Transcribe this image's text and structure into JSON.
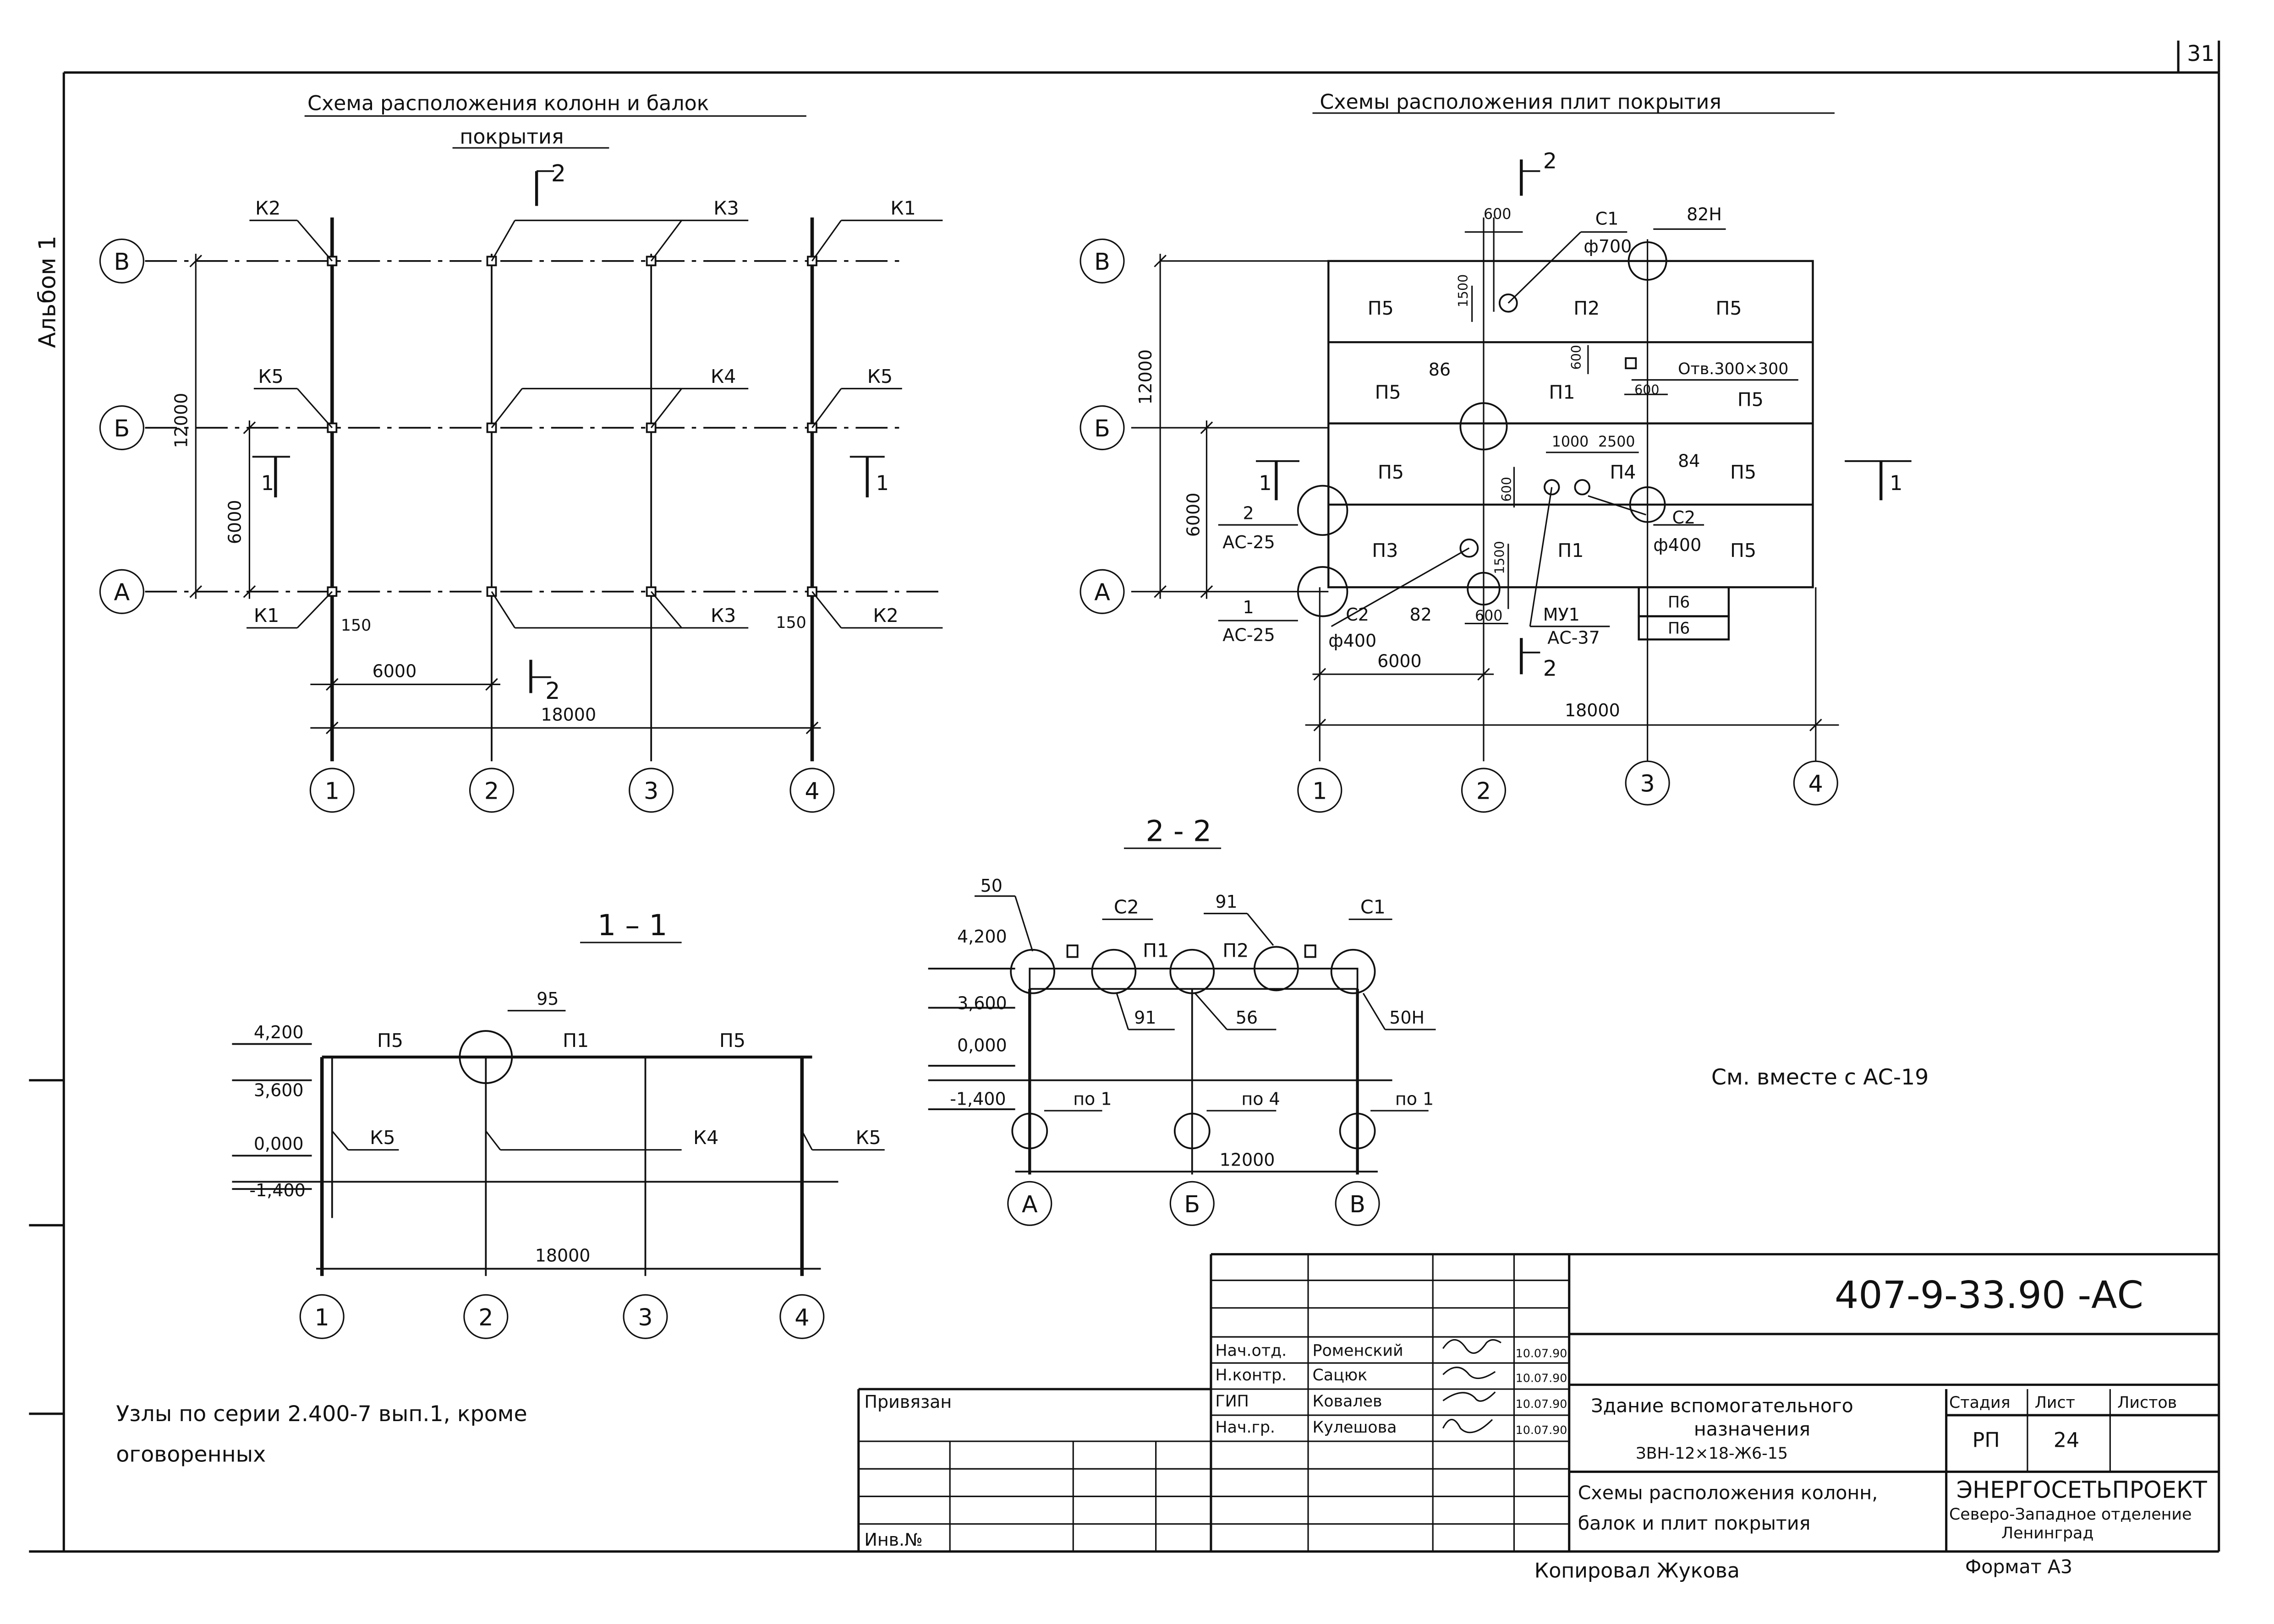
{
  "page_no": "31",
  "album": "Альбом 1",
  "left_plan": {
    "title1": "Схема расположения колонн и балок",
    "title2": "покрытия",
    "axes_rows": [
      "В",
      "Б",
      "А"
    ],
    "axes_cols": [
      "1",
      "2",
      "3",
      "4"
    ],
    "dim_12000": "12000",
    "dim_6000v": "6000",
    "dim_6000": "6000",
    "dim_18000": "18000",
    "dim_150a": "150",
    "dim_150b": "150",
    "cut_1": "1",
    "cut_2": "2",
    "marks": {
      "k2_top": "К2",
      "k3_top": "К3",
      "k1_top": "К1",
      "k5_left": "К5",
      "k4": "К4",
      "k5_right": "К5",
      "k1_bot": "К1",
      "k3_bot": "К3",
      "k2_bot": "К2"
    }
  },
  "right_plan": {
    "title": "Схемы расположения плит покрытия",
    "axes_rows": [
      "В",
      "Б",
      "А"
    ],
    "axes_cols": [
      "1",
      "2",
      "3",
      "4"
    ],
    "dim_12000": "12000",
    "dim_6000v": "6000",
    "dim_6000": "6000",
    "dim_18000": "18000",
    "dim_600": "600",
    "dim_1500a": "1500",
    "dim_600b": "600",
    "dim_600c": "600",
    "dim_1000": "1000",
    "dim_2500": "2500",
    "dim_600d": "600",
    "dim_1500b": "1500",
    "dim_600e": "600",
    "c1": "С1",
    "phi700": "ф700",
    "n82h": "82Н",
    "n86": "86",
    "n84": "84",
    "otv": "Отв.300×300",
    "c2a": "С2",
    "phi400a": "ф400",
    "c2b": "С2",
    "phi400b": "ф400",
    "n82": "82",
    "n2": "2",
    "ac25a": "АС-25",
    "n1": "1",
    "ac25b": "АС-25",
    "mu1": "МУ1",
    "ac37": "АС-37",
    "p5_1": "П5",
    "p2": "П2",
    "p5_2": "П5",
    "p5_3": "П5",
    "p1_1": "П1",
    "p5_4": "П5",
    "p5_5": "П5",
    "p4": "П4",
    "p5_6": "П5",
    "p3": "П3",
    "p1_2": "П1",
    "p5_7": "П5",
    "p6a": "П6",
    "p6b": "П6",
    "cut_1": "1",
    "cut_2": "2"
  },
  "section11": {
    "title": "1 – 1",
    "lvl1": "4,200",
    "lvl2": "3,600",
    "lvl3": "0,000",
    "lvl4": "-1,400",
    "p5a": "П5",
    "p1": "П1",
    "p5b": "П5",
    "n95": "95",
    "k5a": "К5",
    "k4": "К4",
    "k5b": "К5",
    "dim": "18000",
    "axes": [
      "1",
      "2",
      "3",
      "4"
    ]
  },
  "section22": {
    "title": "2 - 2",
    "lvl1": "4,200",
    "lvl2": "3,600",
    "lvl3": "0,000",
    "lvl4": "-1,400",
    "n50": "50",
    "c2": "С2",
    "n91a": "91",
    "p1": "П1",
    "p2": "П2",
    "c1": "С1",
    "n91b": "91",
    "n56": "56",
    "n50h": "50Н",
    "po1a": "по 1",
    "po4": "по 4",
    "po1b": "по 1",
    "dim": "12000",
    "axes": [
      "А",
      "Б",
      "В"
    ]
  },
  "note_with": "См. вместе с АС-19",
  "note_nodes1": "Узлы по серии 2.400-7 вып.1, кроме",
  "note_nodes2": "оговоренных",
  "stamp": {
    "code": "407-9-33.90 -АС",
    "roles": [
      "Нач.отд.",
      "Н.контр.",
      "ГИП",
      "Нач.гр."
    ],
    "names": [
      "Роменский",
      "Сацюк",
      "Ковалев",
      "Кулешова"
    ],
    "dates": [
      "10.07.90",
      "10.07.90",
      "10.07.90",
      "10.07.90"
    ],
    "privyazan": "Привязан",
    "inv": "Инв.№",
    "building1": "Здание вспомогательного",
    "building2": "назначения",
    "building3": "ЗВН-12×18-Ж6-15",
    "sheet_title1": "Схемы расположения колонн,",
    "sheet_title2": "балок и плит покрытия",
    "stage_h": "Стадия",
    "list_h": "Лист",
    "lists_h": "Листов",
    "stage": "РП",
    "list": "24",
    "lists": "",
    "org1": "ЭНЕРГОСЕТЬПРОЕКТ",
    "org2": "Северо-Западное отделение",
    "org3": "Ленинград"
  },
  "copied": "Копировал Жукова",
  "format": "Формат А3"
}
